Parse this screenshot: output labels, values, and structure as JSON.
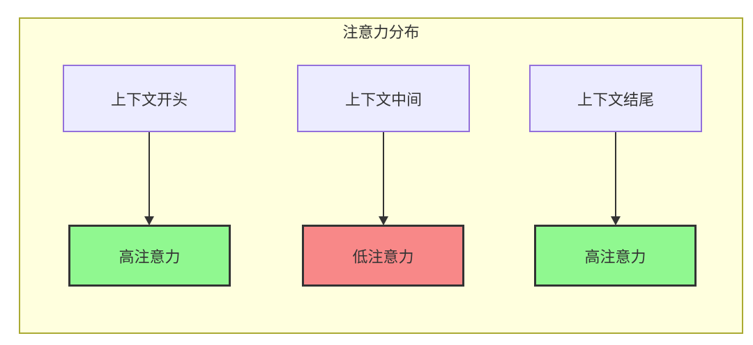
{
  "diagram": {
    "title": "注意力分布",
    "nodes": {
      "sources": [
        {
          "label": "上下文开头"
        },
        {
          "label": "上下文中间"
        },
        {
          "label": "上下文结尾"
        }
      ],
      "targets": [
        {
          "label": "高注意力",
          "level": "high"
        },
        {
          "label": "低注意力",
          "level": "low"
        },
        {
          "label": "高注意力",
          "level": "high"
        }
      ]
    },
    "colors": {
      "container_fill": "#ffffde",
      "container_border": "#aaaa33",
      "source_fill": "#ECECFF",
      "source_border": "#9370DB",
      "high_fill": "#90f890",
      "low_fill": "#f88888",
      "node_border": "#333333",
      "arrow": "#333333",
      "text": "#333333"
    }
  }
}
